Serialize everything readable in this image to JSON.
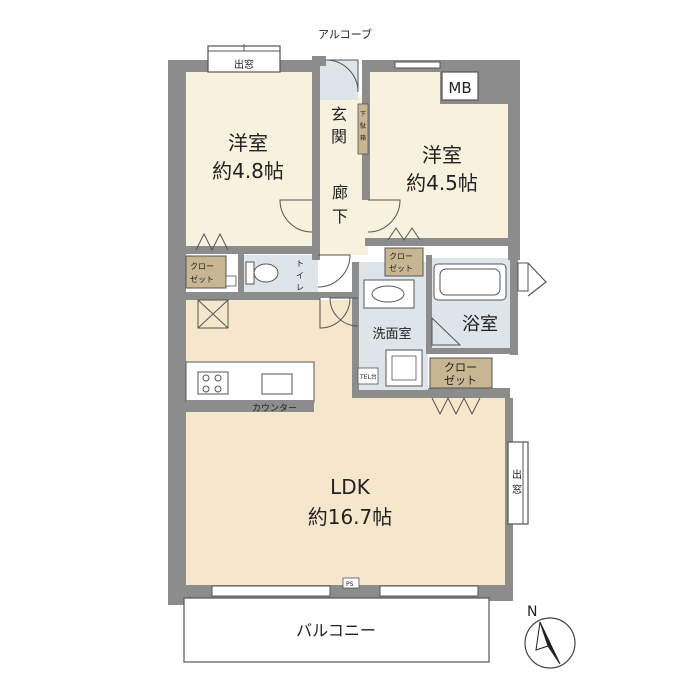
{
  "labels": {
    "alcove": "アルコーブ",
    "window_top": "出窓",
    "mb": "MB",
    "genkan_1": "玄",
    "genkan_2": "関",
    "shoe_1": "下",
    "shoe_2": "駄",
    "shoe_3": "箱",
    "room1_name": "洋室",
    "room1_size": "約4.8帖",
    "room2_name": "洋室",
    "room2_size": "約4.5帖",
    "hall_1": "廊",
    "hall_2": "下",
    "closet_left_1": "クロー",
    "closet_left_2": "ゼット",
    "toilet_1": "ト",
    "toilet_2": "イ",
    "toilet_3": "レ",
    "closet_mid_1": "クロー",
    "closet_mid_2": "ゼット",
    "bath": "浴室",
    "washroom": "洗面室",
    "tel": "TEL台",
    "closet_right_1": "クロー",
    "closet_right_2": "ゼット",
    "counter": "カウンター",
    "ldk_name": "LDK",
    "ldk_size": "約16.7帖",
    "window_right_1": "出",
    "window_right_2": "窓",
    "ps": "PS",
    "balcony": "バルコニー",
    "north": "N"
  },
  "colors": {
    "wall": "#8c8c8c",
    "room_floor": "#f8f1dd",
    "ldk_floor": "#f6e6cc",
    "wet_floor": "#dde5ea",
    "closet": "#c8b692",
    "text": "#222222"
  },
  "icons": {
    "compass": "north-arrow-icon",
    "stove": "stove-icon",
    "sink": "sink-icon",
    "toilet": "toilet-icon",
    "bathtub": "bathtub-icon"
  }
}
